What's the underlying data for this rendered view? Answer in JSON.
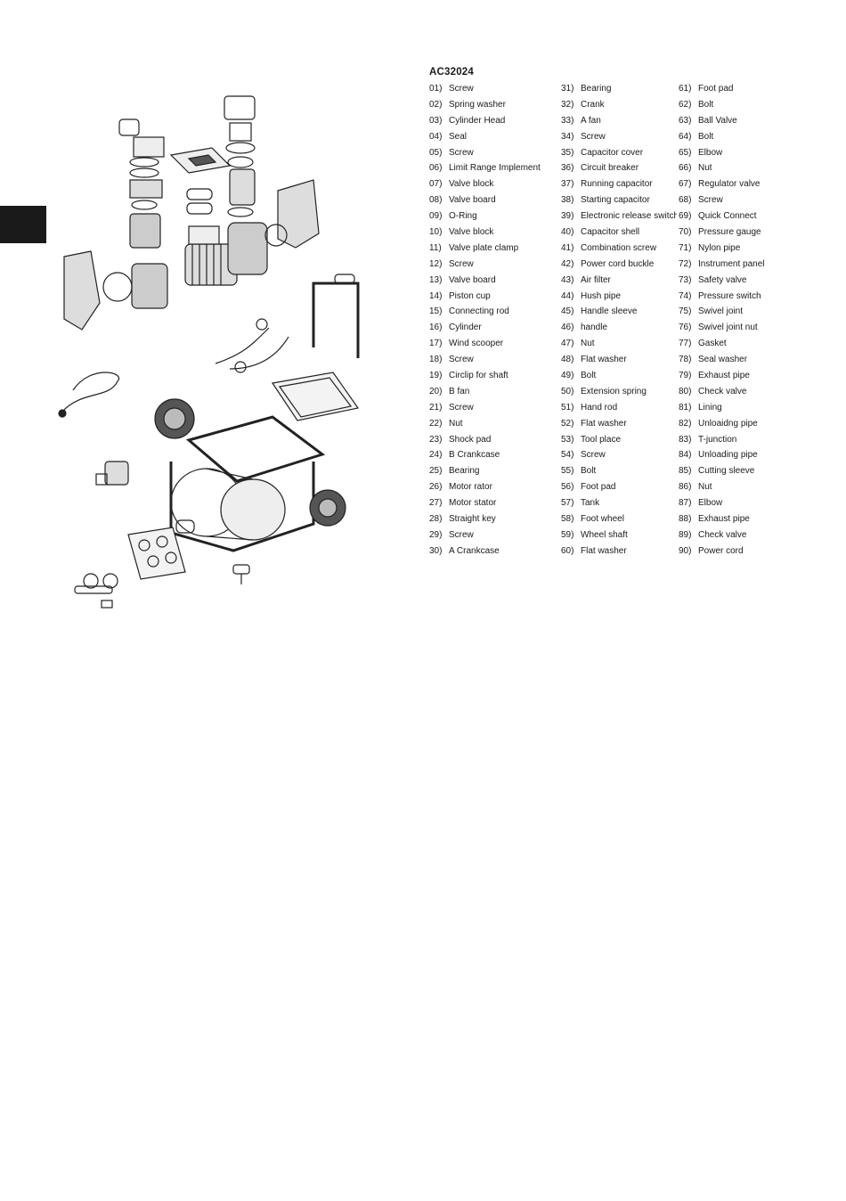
{
  "model": "AC32024",
  "parts": [
    [
      "01)",
      "Screw"
    ],
    [
      "02)",
      "Spring washer"
    ],
    [
      "03)",
      "Cylinder Head"
    ],
    [
      "04)",
      "Seal"
    ],
    [
      "05)",
      "Screw"
    ],
    [
      "06)",
      "Limit Range Implement"
    ],
    [
      "07)",
      "Valve block"
    ],
    [
      "08)",
      "Valve board"
    ],
    [
      "09)",
      "O-Ring"
    ],
    [
      "10)",
      "Valve block"
    ],
    [
      "11)",
      "Valve plate clamp"
    ],
    [
      "12)",
      "Screw"
    ],
    [
      "13)",
      "Valve board"
    ],
    [
      "14)",
      "Piston cup"
    ],
    [
      "15)",
      "Connecting rod"
    ],
    [
      "16)",
      "Cylinder"
    ],
    [
      "17)",
      "Wind scooper"
    ],
    [
      "18)",
      "Screw"
    ],
    [
      "19)",
      "Circlip for shaft"
    ],
    [
      "20)",
      "B fan"
    ],
    [
      "21)",
      "Screw"
    ],
    [
      "22)",
      "Nut"
    ],
    [
      "23)",
      "Shock pad"
    ],
    [
      "24)",
      "B Crankcase"
    ],
    [
      "25)",
      "Bearing"
    ],
    [
      "26)",
      "Motor rator"
    ],
    [
      "27)",
      "Motor stator"
    ],
    [
      "28)",
      "Straight key"
    ],
    [
      "29)",
      "Screw"
    ],
    [
      "30)",
      "A Crankcase"
    ],
    [
      "31)",
      "Bearing"
    ],
    [
      "32)",
      "Crank"
    ],
    [
      "33)",
      "A fan"
    ],
    [
      "34)",
      "Screw"
    ],
    [
      "35)",
      "Capacitor cover"
    ],
    [
      "36)",
      "Circuit breaker"
    ],
    [
      "37)",
      "Running capacitor"
    ],
    [
      "38)",
      "Starting capacitor"
    ],
    [
      "39)",
      "Electronic release switch"
    ],
    [
      "40)",
      "Capacitor shell"
    ],
    [
      "41)",
      "Combination screw"
    ],
    [
      "42)",
      "Power cord buckle"
    ],
    [
      "43)",
      "Air filter"
    ],
    [
      "44)",
      "Hush pipe"
    ],
    [
      "45)",
      "Handle sleeve"
    ],
    [
      "46)",
      "handle"
    ],
    [
      "47)",
      "Nut"
    ],
    [
      "48)",
      "Flat washer"
    ],
    [
      "49)",
      "Bolt"
    ],
    [
      "50)",
      "Extension spring"
    ],
    [
      "51)",
      "Hand rod"
    ],
    [
      "52)",
      "Flat washer"
    ],
    [
      "53)",
      "Tool place"
    ],
    [
      "54)",
      "Screw"
    ],
    [
      "55)",
      "Bolt"
    ],
    [
      "56)",
      "Foot pad"
    ],
    [
      "57)",
      "Tank"
    ],
    [
      "58)",
      "Foot wheel"
    ],
    [
      "59)",
      "Wheel shaft"
    ],
    [
      "60)",
      "Flat washer"
    ],
    [
      "61)",
      "Foot pad"
    ],
    [
      "62)",
      "Bolt"
    ],
    [
      "63)",
      "Ball Valve"
    ],
    [
      "64)",
      "Bolt"
    ],
    [
      "65)",
      "Elbow"
    ],
    [
      "66)",
      "Nut"
    ],
    [
      "67)",
      "Regulator valve"
    ],
    [
      "68)",
      "Screw"
    ],
    [
      "69)",
      "Quick Connect"
    ],
    [
      "70)",
      "Pressure gauge"
    ],
    [
      "71)",
      "Nylon pipe"
    ],
    [
      "72)",
      "Instrument panel"
    ],
    [
      "73)",
      "Safety valve"
    ],
    [
      "74)",
      "Pressure switch"
    ],
    [
      "75)",
      "Swivel joint"
    ],
    [
      "76)",
      "Swivel joint nut"
    ],
    [
      "77)",
      "Gasket"
    ],
    [
      "78)",
      "Seal washer"
    ],
    [
      "79)",
      "Exhaust pipe"
    ],
    [
      "80)",
      "Check valve"
    ],
    [
      "81)",
      "Lining"
    ],
    [
      "82)",
      "Unloaidng pipe"
    ],
    [
      "83)",
      "T-junction"
    ],
    [
      "84)",
      "Unloading pipe"
    ],
    [
      "85)",
      "Cutting sleeve"
    ],
    [
      "86)",
      "Nut"
    ],
    [
      "87)",
      "Elbow"
    ],
    [
      "88)",
      "Exhaust pipe"
    ],
    [
      "89)",
      "Check valve"
    ],
    [
      "90)",
      "Power cord"
    ]
  ]
}
